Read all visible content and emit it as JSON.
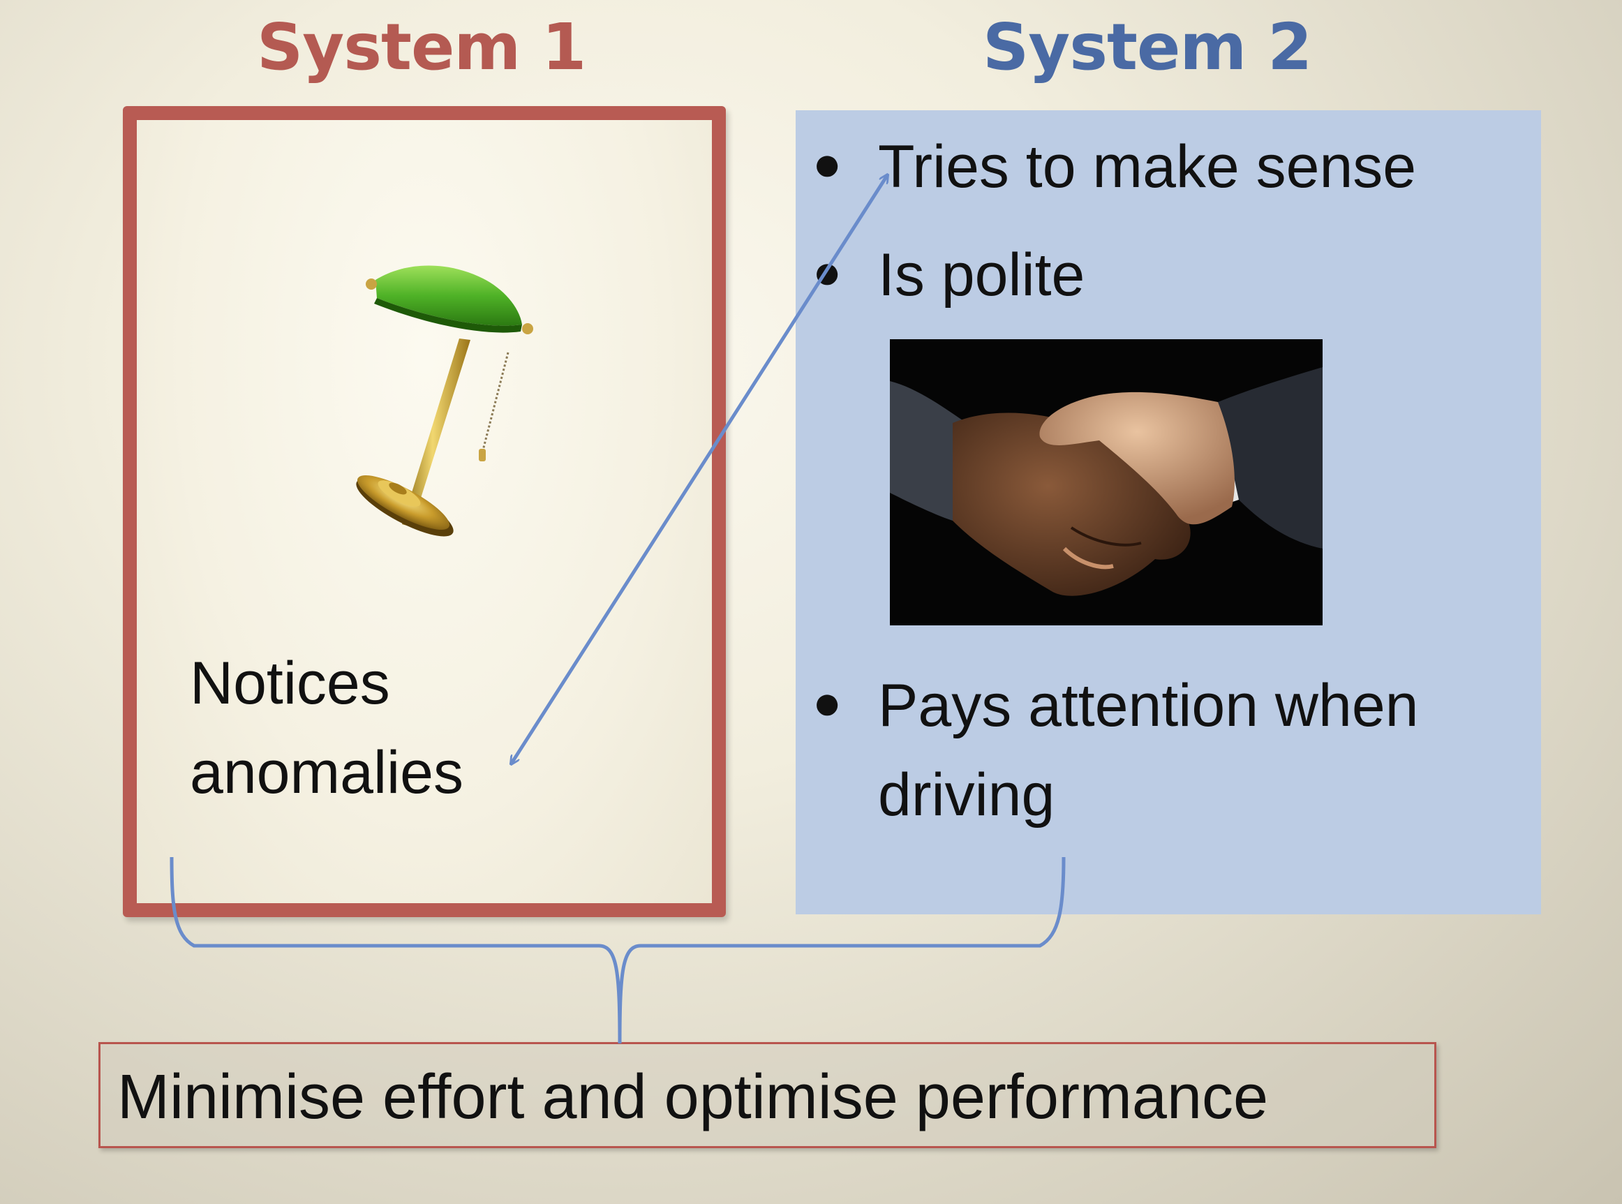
{
  "system1": {
    "title": "System 1",
    "title_color": "#b45a52",
    "border_color": "#b85b53",
    "image": "desk-lamp",
    "text": "Notices anomalies"
  },
  "system2": {
    "title": "System 2",
    "title_color": "#4a6aa4",
    "fill_color": "#bccce4",
    "bullets": [
      "Tries to make sense",
      "Is polite",
      "Pays attention when driving"
    ],
    "image": "handshake"
  },
  "summary": {
    "text": "Minimise effort and optimise performance",
    "border_color": "#b8554e"
  },
  "connector_color": "#6a8ccb"
}
